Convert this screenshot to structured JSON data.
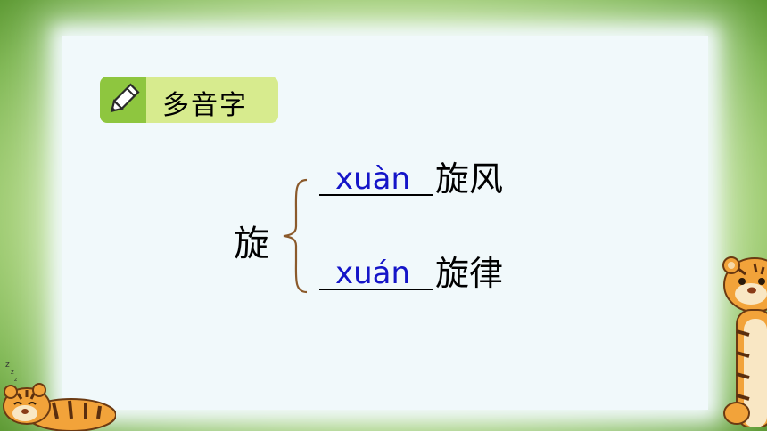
{
  "header": {
    "badge_label": "多音字"
  },
  "main": {
    "character": "旋",
    "readings": [
      {
        "pinyin": "xuàn",
        "word": "旋风"
      },
      {
        "pinyin": "xuán",
        "word": "旋律"
      }
    ]
  },
  "colors": {
    "frame_green": "#5e9a35",
    "badge_bg": "#d7eb8e",
    "badge_icon_bg": "#8ec63f",
    "pinyin_blue": "#1515c8",
    "brace_brown": "#8b5a2b"
  },
  "icons": [
    "pencil-icon",
    "tiger-right-illustration",
    "sleeping-tiger-illustration"
  ]
}
